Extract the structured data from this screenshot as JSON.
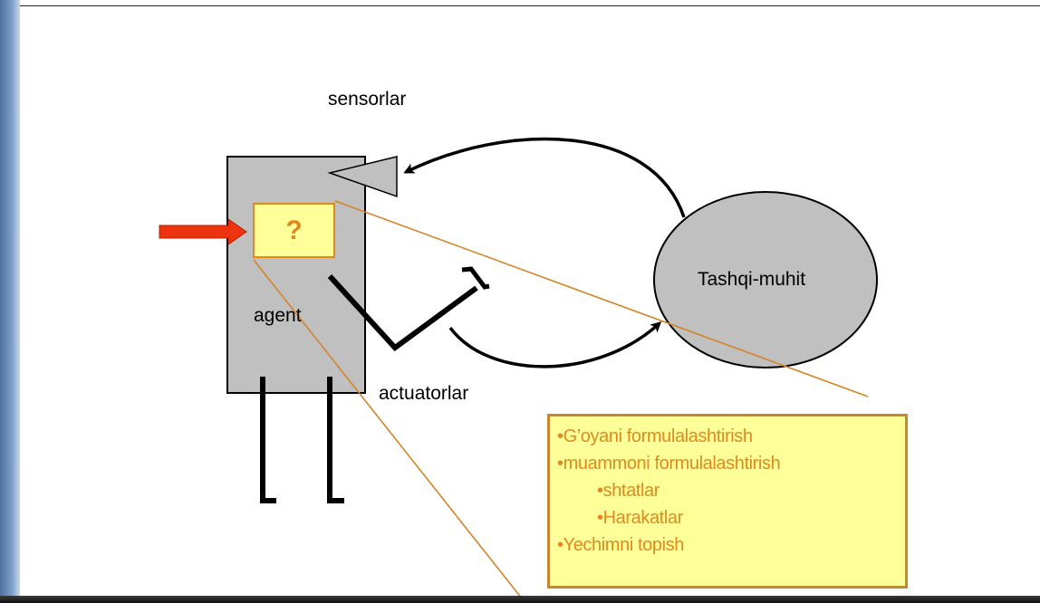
{
  "colors": {
    "agent_fill": "#c0c0c0",
    "env_fill": "#c0c0c0",
    "highlight_fill": "#ffff99",
    "accent_orange": "#e08a1e",
    "arrow_red": "#ee3311",
    "frame_blue": "#6f8fbf"
  },
  "diagram": {
    "sensor_label": "sensorlar",
    "actuator_label": "actuatorlar",
    "agent_label": "agent",
    "environment_label": "Tashqi-muhit",
    "question_mark": "?"
  },
  "info_box": {
    "items": [
      {
        "bullet": "•",
        "text": "G’oyani formulalashtirish"
      },
      {
        "bullet": "•",
        "text": "muammoni formulalashtirish"
      },
      {
        "bullet": "•",
        "text": "shtatlar"
      },
      {
        "bullet": "•",
        "text": "Harakatlar"
      },
      {
        "bullet": "•",
        "text": "Yechimni topish"
      }
    ]
  }
}
